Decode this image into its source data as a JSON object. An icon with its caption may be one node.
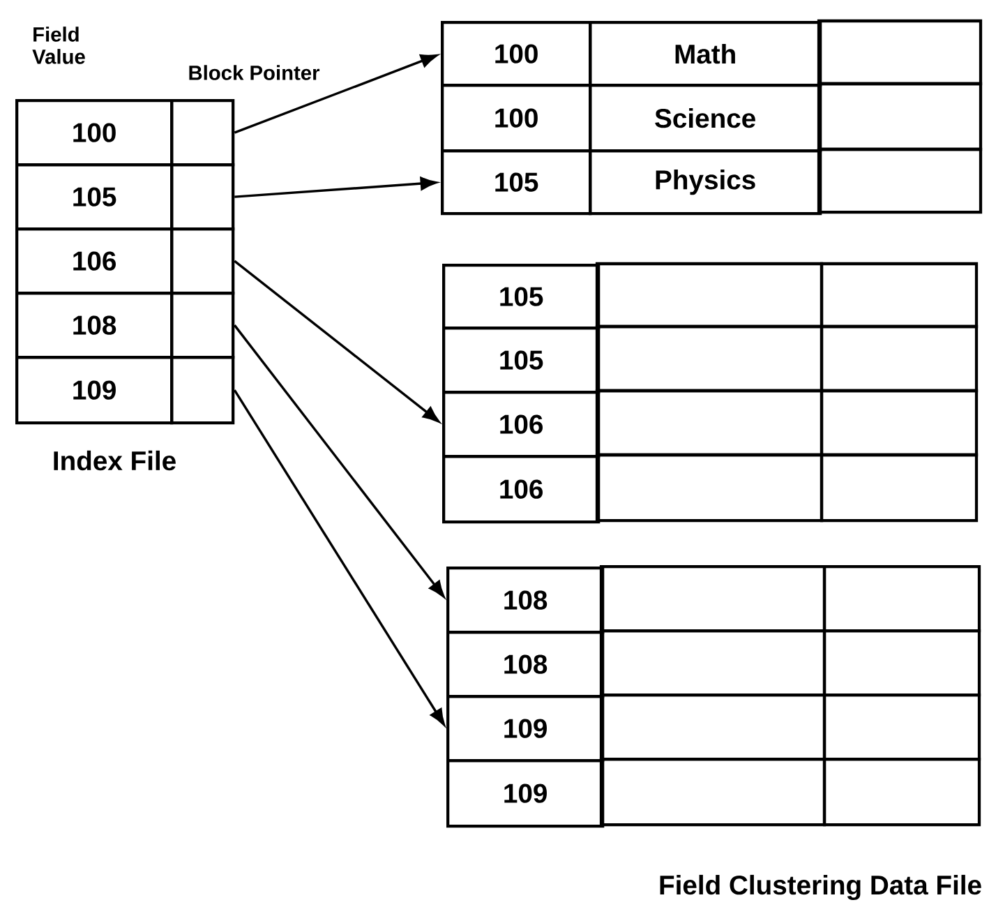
{
  "diagram": {
    "nodes": [
      {
        "text": [
          "100"
        ]
      },
      {
        "text": [],
        "shape": "box"
      },
      {
        "text": [
          "105"
        ]
      },
      {
        "text": [],
        "shape": "box"
      },
      {
        "text": [
          "106"
        ]
      },
      {
        "text": [],
        "shape": "box"
      },
      {
        "text": [
          "108"
        ]
      },
      {
        "text": [],
        "shape": "box"
      },
      {
        "text": [
          "109"
        ]
      },
      {
        "text": [],
        "shape": "box"
      },
      {
        "text": [
          "100"
        ]
      },
      {
        "text": [
          "Math"
        ]
      },
      {
        "text": [
          "100"
        ]
      },
      {
        "text": [
          "Science"
        ]
      },
      {
        "text": [
          "105"
        ]
      },
      {
        "text": [
          "Physics"
        ]
      },
      {
        "text": [
          "105"
        ]
      },
      {
        "text": [
          "105"
        ]
      },
      {
        "text": [
          "106"
        ]
      },
      {
        "text": [
          "106"
        ]
      },
      {
        "text": [
          "108"
        ]
      },
      {
        "text": [
          "108"
        ]
      },
      {
        "text": [
          "109"
        ]
      },
      {
        "text": [
          "109"
        ]
      }
    ],
    "edges": [
      {
        "from": 1,
        "to": 10,
        "arrow": "to"
      },
      {
        "from": 3,
        "to": 14,
        "arrow": "to"
      },
      {
        "from": 5,
        "to": 18,
        "arrow": "to"
      },
      {
        "from": 7,
        "to": 20,
        "arrow": "to"
      },
      {
        "from": 9,
        "to": 22,
        "arrow": "to"
      }
    ],
    "labels": [
      "Field Value",
      "Block Pointer",
      "Index File",
      "Field Clustering Data File"
    ]
  }
}
